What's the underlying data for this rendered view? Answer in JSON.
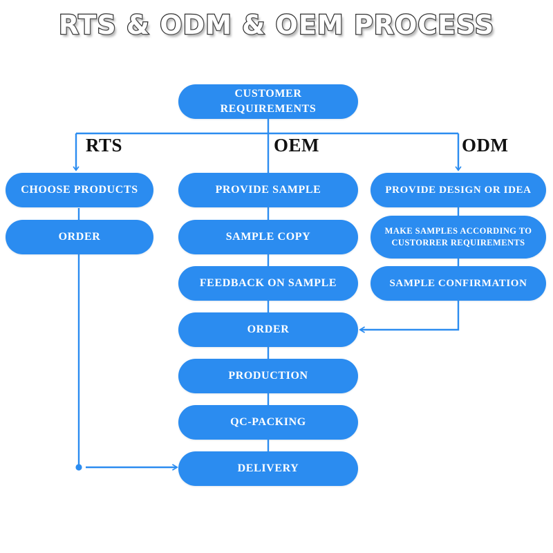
{
  "page": {
    "title": "RTS & ODM & OEM PROCESS",
    "background_color": "#ffffff",
    "node_color": "#2b8cf0",
    "node_text_color": "#ffffff",
    "connector_color": "#2b8cf0",
    "branch_label_color": "#111111"
  },
  "start": {
    "label": "CUSTOMER REQUIREMENTS"
  },
  "branches": {
    "rts": {
      "caption": "RTS"
    },
    "oem": {
      "caption": "OEM"
    },
    "odm": {
      "caption": "ODM"
    }
  },
  "columns": {
    "rts": {
      "caption": "RTS",
      "steps": [
        {
          "label": "CHOOSE PRODUCTS"
        },
        {
          "label": "ORDER"
        }
      ]
    },
    "oem": {
      "caption": "OEM",
      "steps": [
        {
          "label": "PROVIDE SAMPLE"
        },
        {
          "label": "SAMPLE COPY"
        },
        {
          "label": "FEEDBACK ON SAMPLE"
        },
        {
          "label": "ORDER"
        },
        {
          "label": "PRODUCTION"
        },
        {
          "label": "QC-PACKING"
        },
        {
          "label": "DELIVERY"
        }
      ]
    },
    "odm": {
      "caption": "ODM",
      "steps": [
        {
          "label": "PROVIDE DESIGN OR IDEA"
        },
        {
          "label": "MAKE SAMPLES ACCORDING TO\nCUSTORRER REQUIREMENTS"
        },
        {
          "label": "SAMPLE CONFIRMATION"
        }
      ]
    }
  },
  "chart_data": {
    "type": "diagram",
    "title": "RTS & ODM & OEM PROCESS",
    "orientation": "top-down",
    "nodes": [
      {
        "id": "start",
        "label": "CUSTOMER REQUIREMENTS",
        "column": "center"
      },
      {
        "id": "rts1",
        "label": "CHOOSE PRODUCTS",
        "column": "left"
      },
      {
        "id": "rts2",
        "label": "ORDER",
        "column": "left"
      },
      {
        "id": "oem1",
        "label": "PROVIDE SAMPLE",
        "column": "center"
      },
      {
        "id": "oem2",
        "label": "SAMPLE COPY",
        "column": "center"
      },
      {
        "id": "oem3",
        "label": "FEEDBACK ON SAMPLE",
        "column": "center"
      },
      {
        "id": "order",
        "label": "ORDER",
        "column": "center"
      },
      {
        "id": "production",
        "label": "PRODUCTION",
        "column": "center"
      },
      {
        "id": "qcpacking",
        "label": "QC-PACKING",
        "column": "center"
      },
      {
        "id": "delivery",
        "label": "DELIVERY",
        "column": "center"
      },
      {
        "id": "odm1",
        "label": "PROVIDE DESIGN OR IDEA",
        "column": "right"
      },
      {
        "id": "odm2",
        "label": "MAKE SAMPLES ACCORDING TO CUSTORRER REQUIREMENTS",
        "column": "right"
      },
      {
        "id": "odm3",
        "label": "SAMPLE CONFIRMATION",
        "column": "right"
      }
    ],
    "edges": [
      {
        "from": "start",
        "to": "rts1",
        "branch": "RTS"
      },
      {
        "from": "start",
        "to": "oem1",
        "branch": "OEM"
      },
      {
        "from": "start",
        "to": "odm1",
        "branch": "ODM"
      },
      {
        "from": "rts1",
        "to": "rts2",
        "branch": "RTS"
      },
      {
        "from": "rts2",
        "to": "delivery",
        "branch": "RTS"
      },
      {
        "from": "oem1",
        "to": "oem2",
        "branch": "OEM"
      },
      {
        "from": "oem2",
        "to": "oem3",
        "branch": "OEM"
      },
      {
        "from": "oem3",
        "to": "order",
        "branch": "OEM"
      },
      {
        "from": "order",
        "to": "production",
        "branch": "OEM"
      },
      {
        "from": "production",
        "to": "qcpacking",
        "branch": "OEM"
      },
      {
        "from": "qcpacking",
        "to": "delivery",
        "branch": "OEM"
      },
      {
        "from": "odm1",
        "to": "odm2",
        "branch": "ODM"
      },
      {
        "from": "odm2",
        "to": "odm3",
        "branch": "ODM"
      },
      {
        "from": "odm3",
        "to": "order",
        "branch": "ODM"
      }
    ]
  }
}
